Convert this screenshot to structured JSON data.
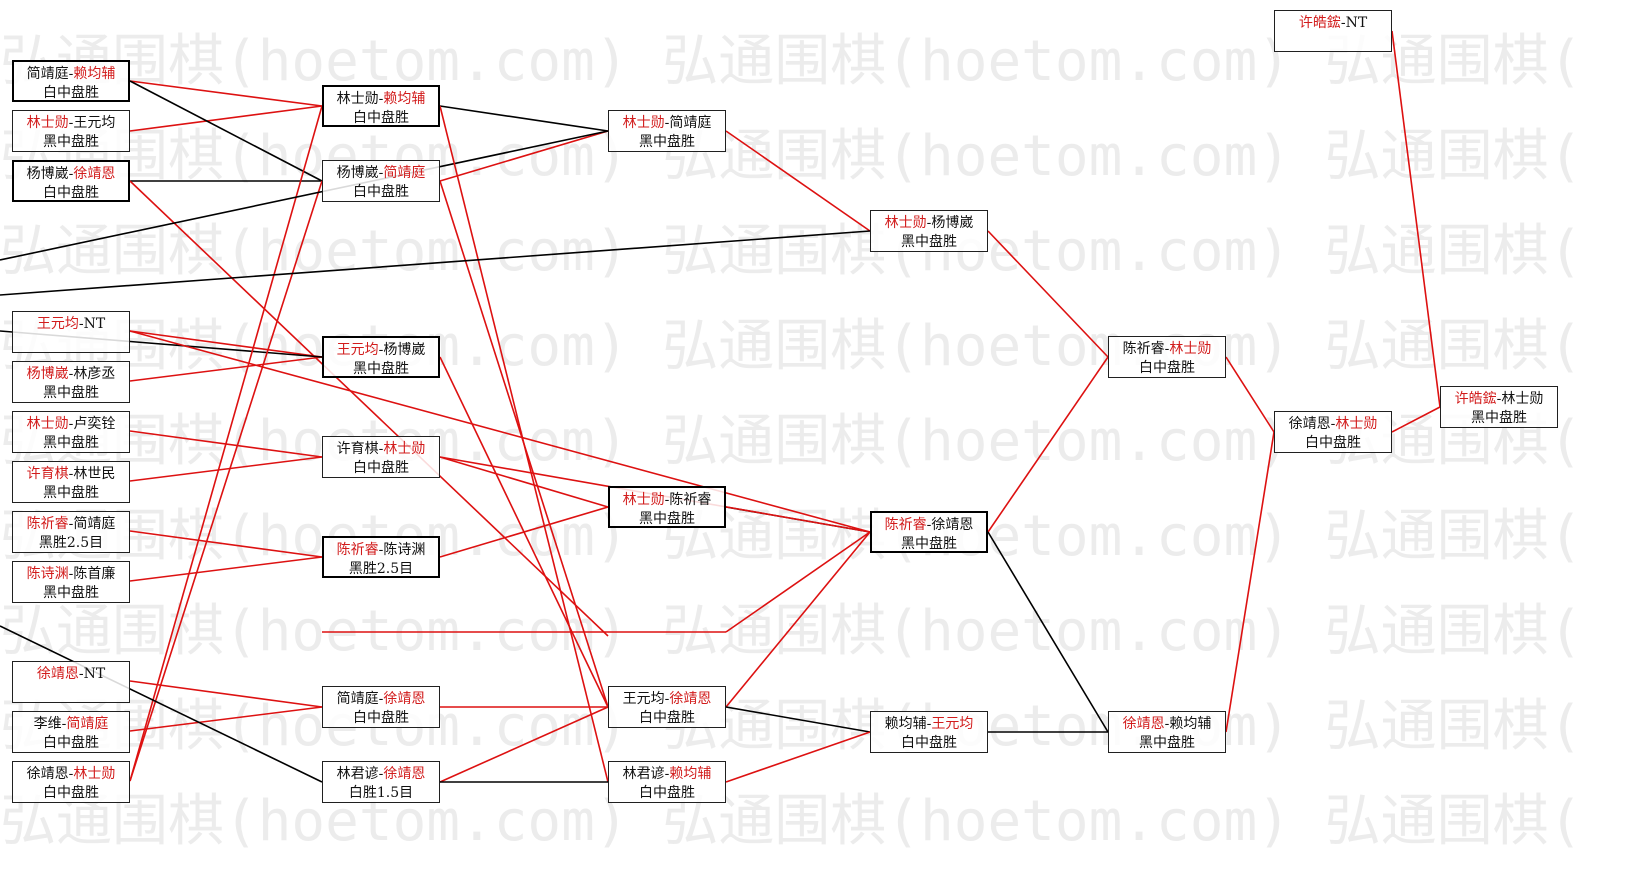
{
  "watermark": "弘通围棋(hoetom.com) 弘通围棋(hoetom.com) 弘通围棋(",
  "colors": {
    "win_line": "#dd1111",
    "loss_line": "#000000",
    "winner_text": "#d21c1c",
    "watermark": "#ececec"
  },
  "matches": [
    {
      "id": "r1-1",
      "p1": "简靖庭",
      "p2": "赖均辅",
      "winner": 2,
      "result": "白中盘胜"
    },
    {
      "id": "r1-2",
      "p1": "林士勋",
      "p2": "王元均",
      "winner": 1,
      "result": "黑中盘胜"
    },
    {
      "id": "r1-3",
      "p1": "杨博崴",
      "p2": "徐靖恩",
      "winner": 2,
      "result": "白中盘胜"
    },
    {
      "id": "r1-4",
      "p1": "王元均",
      "p2": "NT",
      "winner": 1,
      "result": ""
    },
    {
      "id": "r1-5",
      "p1": "杨博崴",
      "p2": "林彦丞",
      "winner": 1,
      "result": "黑中盘胜"
    },
    {
      "id": "r1-6",
      "p1": "林士勋",
      "p2": "卢奕铨",
      "winner": 1,
      "result": "黑中盘胜"
    },
    {
      "id": "r1-7",
      "p1": "许育棋",
      "p2": "林世民",
      "winner": 1,
      "result": "黑中盘胜"
    },
    {
      "id": "r1-8",
      "p1": "陈祈睿",
      "p2": "简靖庭",
      "winner": 1,
      "result": "黑胜2.5目"
    },
    {
      "id": "r1-9",
      "p1": "陈诗渊",
      "p2": "陈首廉",
      "winner": 1,
      "result": "黑中盘胜"
    },
    {
      "id": "r1-10",
      "p1": "徐靖恩",
      "p2": "NT",
      "winner": 1,
      "result": ""
    },
    {
      "id": "r1-11",
      "p1": "李维",
      "p2": "简靖庭",
      "winner": 2,
      "result": "白中盘胜"
    },
    {
      "id": "r1-12",
      "p1": "徐靖恩",
      "p2": "林士勋",
      "winner": 2,
      "result": "白中盘胜"
    },
    {
      "id": "r2-1",
      "p1": "林士勋",
      "p2": "赖均辅",
      "winner": 2,
      "result": "白中盘胜"
    },
    {
      "id": "r2-2",
      "p1": "杨博崴",
      "p2": "简靖庭",
      "winner": 2,
      "result": "白中盘胜"
    },
    {
      "id": "r2-3",
      "p1": "王元均",
      "p2": "杨博崴",
      "winner": 1,
      "result": "黑中盘胜"
    },
    {
      "id": "r2-4",
      "p1": "许育棋",
      "p2": "林士勋",
      "winner": 2,
      "result": "白中盘胜"
    },
    {
      "id": "r2-5",
      "p1": "陈祈睿",
      "p2": "陈诗渊",
      "winner": 1,
      "result": "黑胜2.5目"
    },
    {
      "id": "r2-6",
      "p1": "简靖庭",
      "p2": "徐靖恩",
      "winner": 2,
      "result": "白中盘胜"
    },
    {
      "id": "r2-7",
      "p1": "林君谚",
      "p2": "徐靖恩",
      "winner": 2,
      "result": "白胜1.5目"
    },
    {
      "id": "r3-1",
      "p1": "林士勋",
      "p2": "简靖庭",
      "winner": 1,
      "result": "黑中盘胜"
    },
    {
      "id": "r3-2",
      "p1": "林士勋",
      "p2": "陈祈睿",
      "winner": 1,
      "result": "黑中盘胜"
    },
    {
      "id": "r3-3",
      "p1": "王元均",
      "p2": "徐靖恩",
      "winner": 2,
      "result": "白中盘胜"
    },
    {
      "id": "r3-4",
      "p1": "林君谚",
      "p2": "赖均辅",
      "winner": 2,
      "result": "白中盘胜"
    },
    {
      "id": "r4-1",
      "p1": "林士勋",
      "p2": "杨博崴",
      "winner": 1,
      "result": "黑中盘胜"
    },
    {
      "id": "r4-2",
      "p1": "陈祈睿",
      "p2": "徐靖恩",
      "winner": 1,
      "result": "黑中盘胜"
    },
    {
      "id": "r4-3",
      "p1": "赖均辅",
      "p2": "王元均",
      "winner": 2,
      "result": "白中盘胜"
    },
    {
      "id": "r5-1",
      "p1": "陈祈睿",
      "p2": "林士勋",
      "winner": 2,
      "result": "白中盘胜"
    },
    {
      "id": "r5-2",
      "p1": "徐靖恩",
      "p2": "赖均辅",
      "winner": 1,
      "result": "黑中盘胜"
    },
    {
      "id": "r6-1",
      "p1": "徐靖恩",
      "p2": "林士勋",
      "winner": 2,
      "result": "白中盘胜"
    },
    {
      "id": "r6-2",
      "p1": "许皓鋐",
      "p2": "NT",
      "winner": 1,
      "result": ""
    },
    {
      "id": "final",
      "p1": "许皓鋐",
      "p2": "林士勋",
      "winner": 1,
      "result": "黑中盘胜"
    }
  ]
}
